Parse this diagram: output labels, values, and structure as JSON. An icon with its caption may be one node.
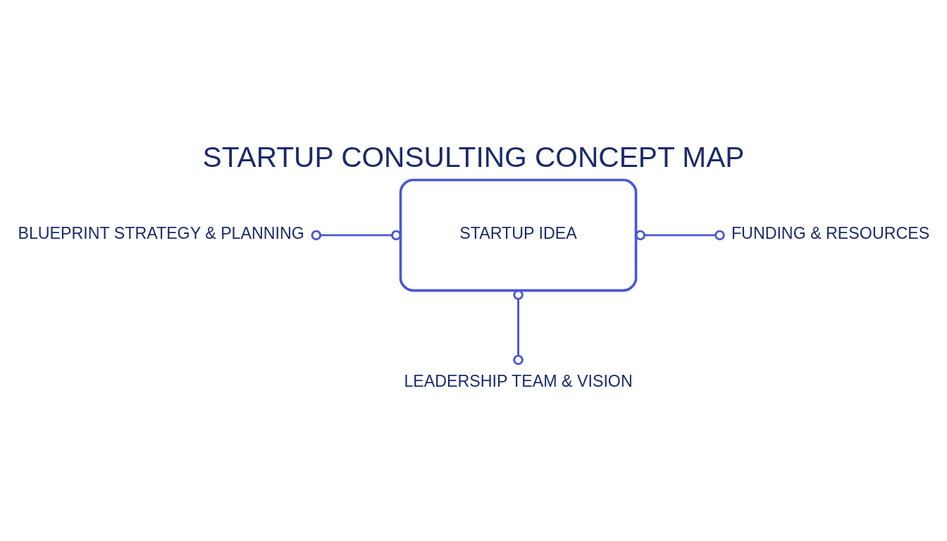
{
  "diagram": {
    "title": "STARTUP CONSULTING CONCEPT MAP",
    "nodes": [
      {
        "text": [
          "STARTUP IDEA"
        ]
      },
      {
        "text": [
          "BLUEPRINT STRATEGY & PLANNING"
        ]
      },
      {
        "text": [
          "FUNDING & RESOURCES"
        ]
      },
      {
        "text": [
          "LEADERSHIP TEAM & VISION"
        ]
      }
    ],
    "edges": [
      {
        "from": 0,
        "to": 1,
        "arrow": "other"
      },
      {
        "from": 0,
        "to": 2,
        "arrow": "other"
      },
      {
        "from": 0,
        "to": 3,
        "arrow": "other"
      }
    ]
  }
}
